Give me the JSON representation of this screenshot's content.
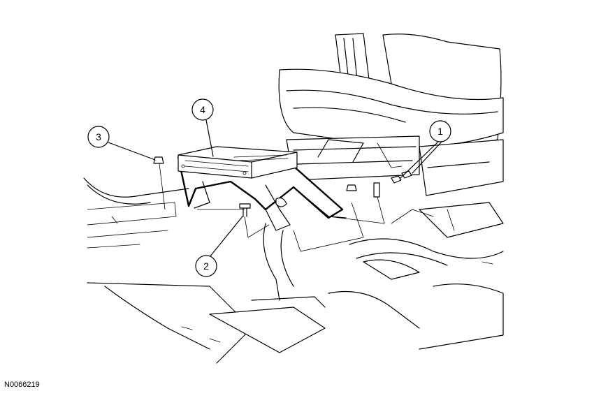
{
  "figure": {
    "reference_code": "N0066219",
    "callouts": [
      {
        "id": "callout-1",
        "label": "1"
      },
      {
        "id": "callout-2",
        "label": "2"
      },
      {
        "id": "callout-3",
        "label": "3"
      },
      {
        "id": "callout-4",
        "label": "4"
      }
    ]
  }
}
